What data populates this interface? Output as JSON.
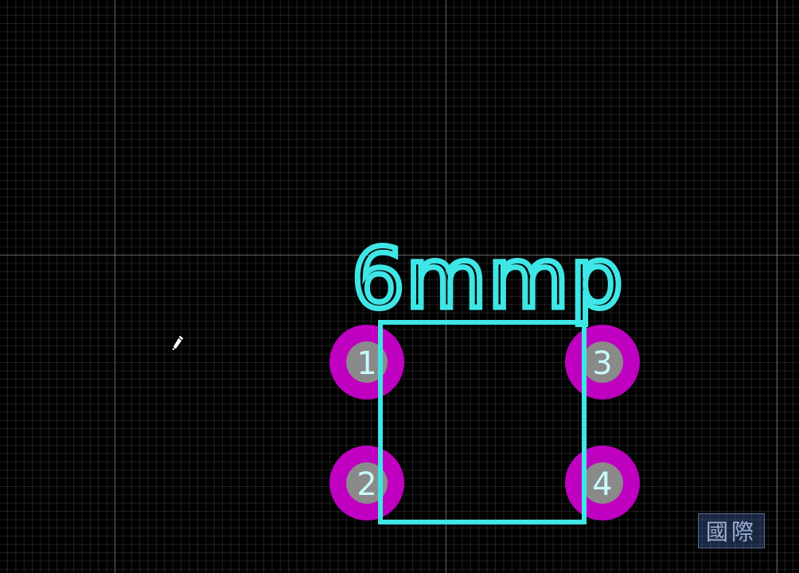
{
  "editor": {
    "designator": "6mmp",
    "pads": [
      {
        "number": "1"
      },
      {
        "number": "2"
      },
      {
        "number": "3"
      },
      {
        "number": "4"
      }
    ],
    "colors": {
      "background": "#000000",
      "silkscreen": "#3fe6e6",
      "pad_copper": "#c000c0",
      "pad_hole": "#8a8a8a",
      "pad_label": "#c8fafa"
    },
    "icons": {
      "cursor": "pencil-cursor-icon"
    }
  },
  "watermark": {
    "text": "國際"
  }
}
